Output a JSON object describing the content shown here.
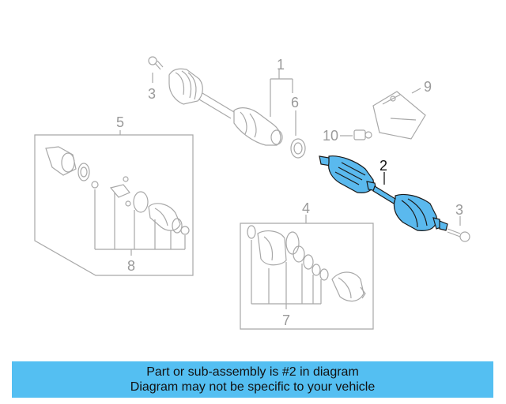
{
  "diagram": {
    "callouts": {
      "c1": "1",
      "c2": "2",
      "c3a": "3",
      "c3b": "3",
      "c4": "4",
      "c5": "5",
      "c6": "6",
      "c7": "7",
      "c8": "8",
      "c9": "9",
      "c10": "10"
    },
    "colors": {
      "line": "#a8a8a8",
      "highlight_fill": "#5ab9ee",
      "highlight_stroke": "#1a1a1a",
      "banner": "#54bff2"
    }
  },
  "banner": {
    "line1": "Part or sub-assembly is #2 in diagram",
    "line2": "Diagram may not be specific to your vehicle"
  }
}
